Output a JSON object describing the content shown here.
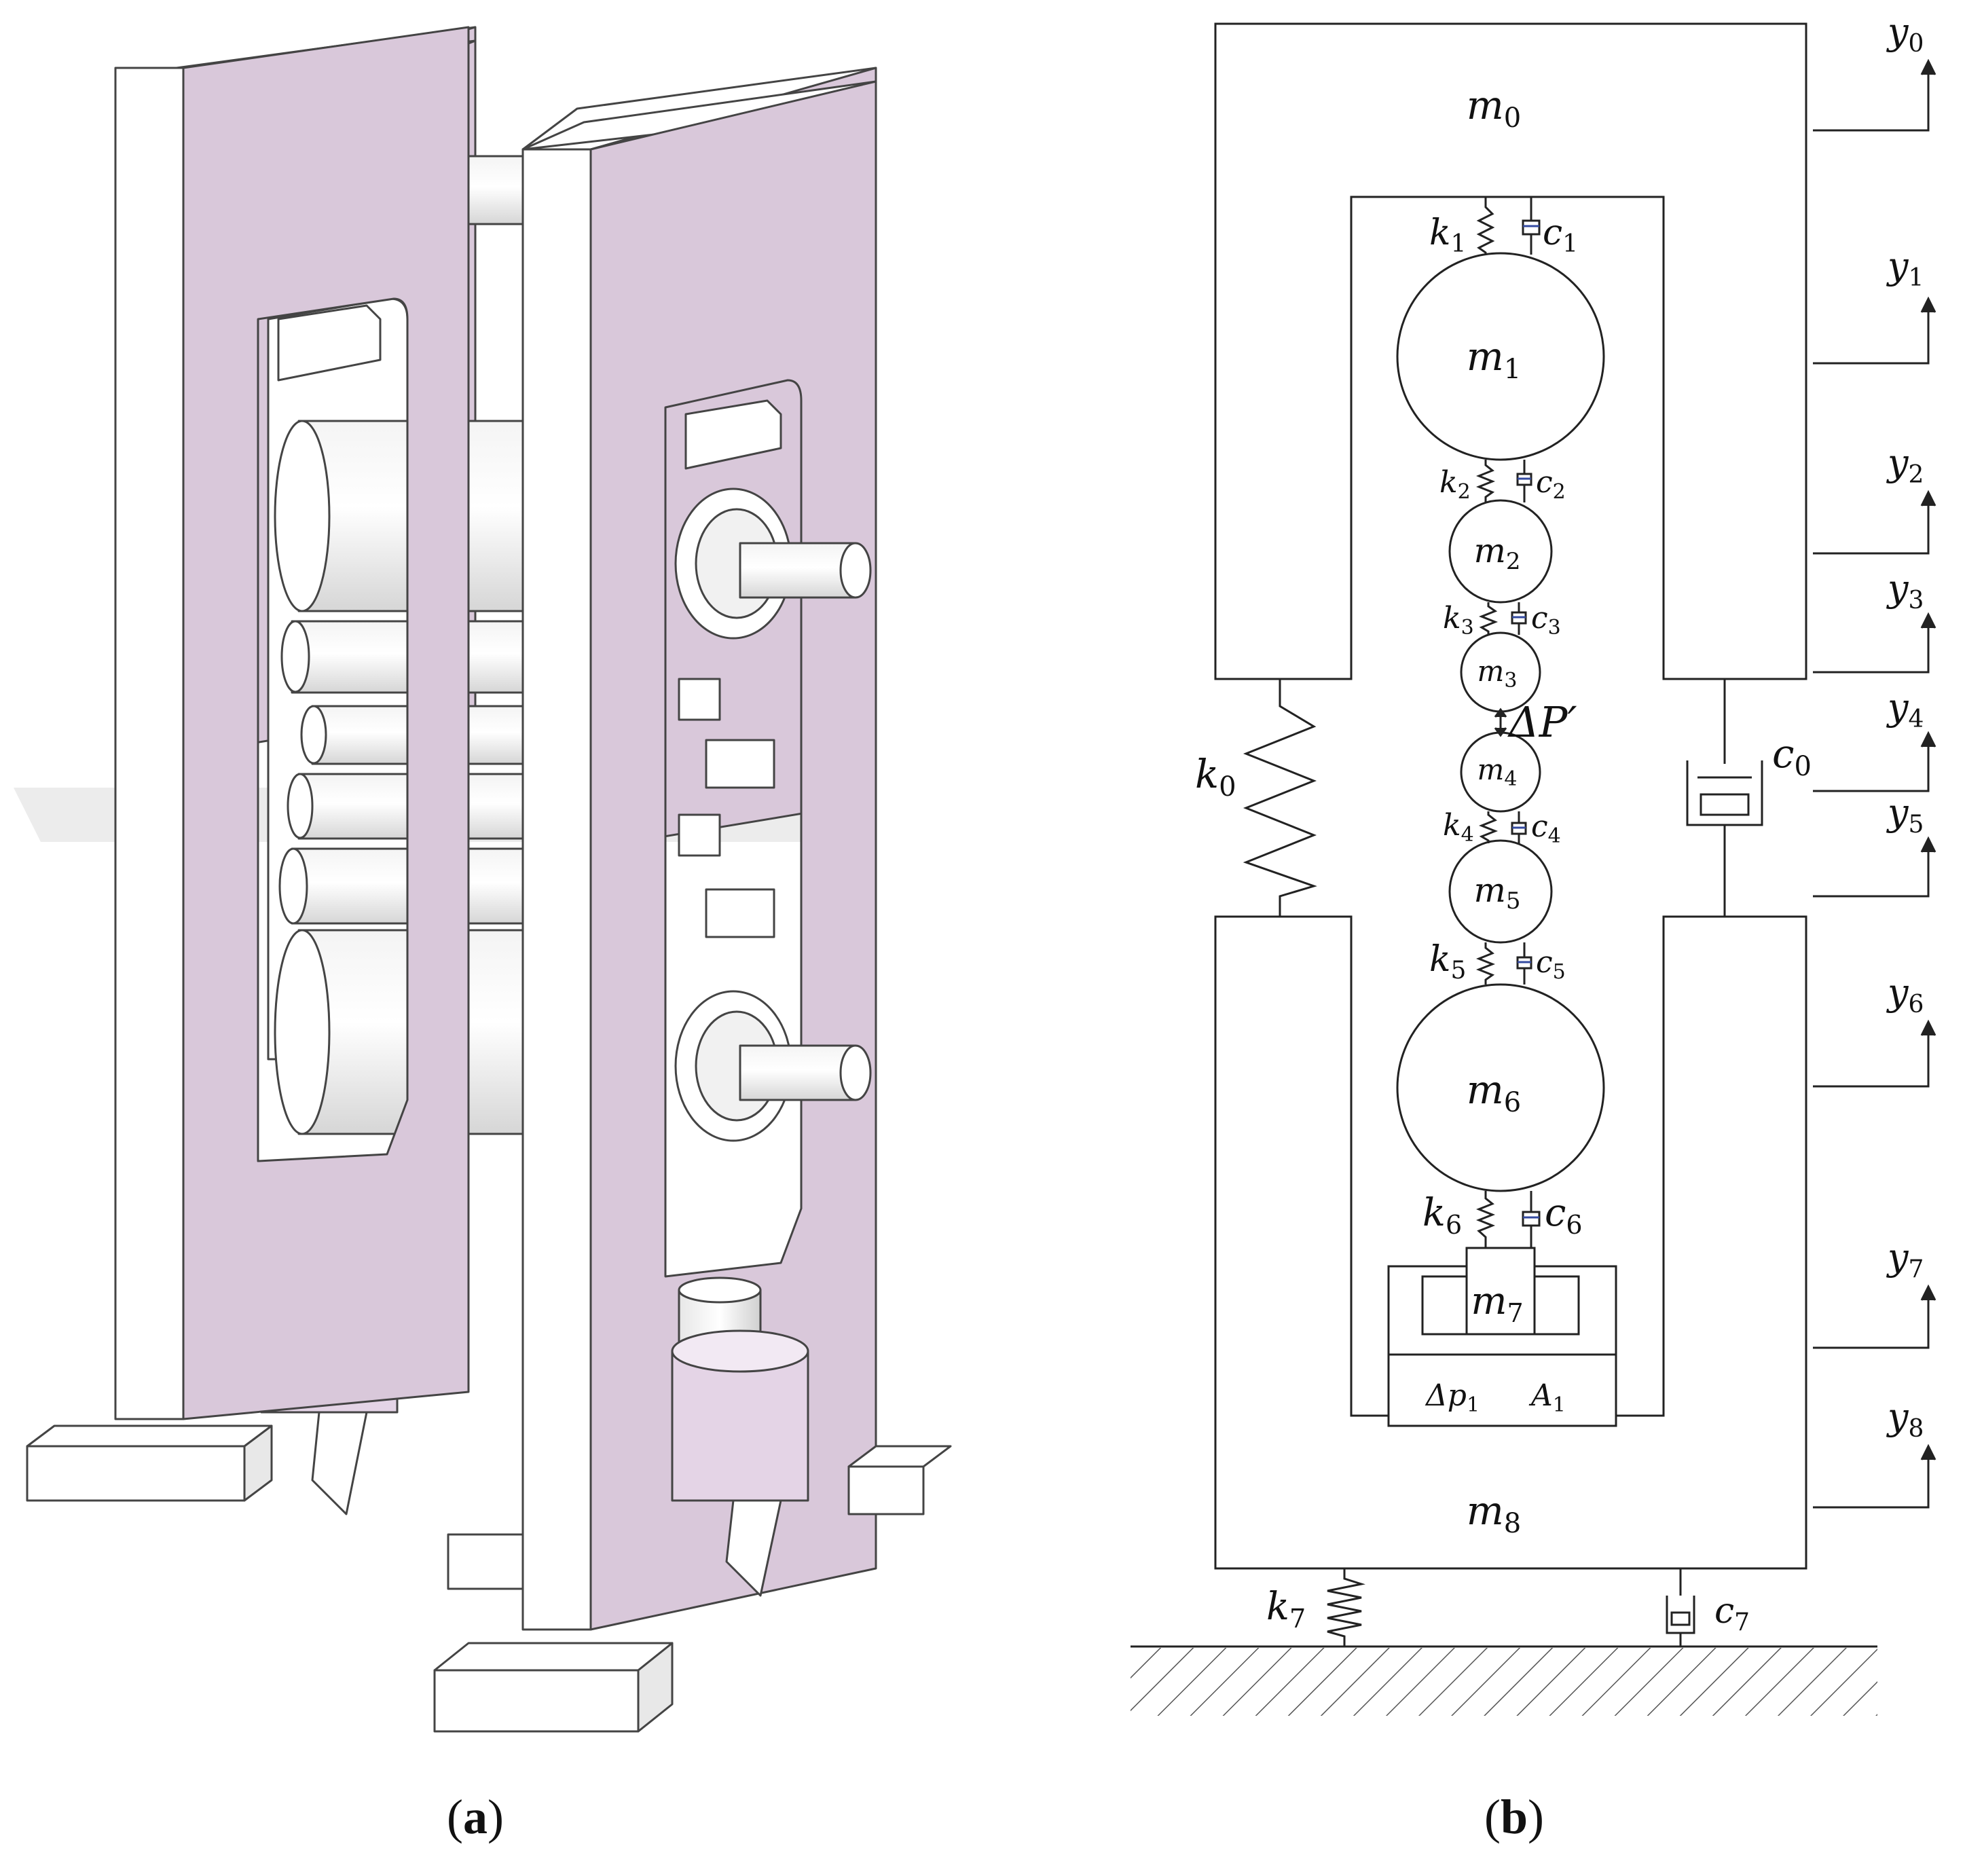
{
  "panel_a": {
    "label_open": "(",
    "label_letter": "a",
    "label_close": ")",
    "colors": {
      "frame": "#d9c8da",
      "frame_edge": "#444444",
      "part": "#ffffff",
      "accent": "#e9dcea"
    }
  },
  "panel_b": {
    "label_open": "(",
    "label_letter": "b",
    "label_close": ")",
    "masses": [
      {
        "base": "m",
        "sub": "0"
      },
      {
        "base": "m",
        "sub": "1"
      },
      {
        "base": "m",
        "sub": "2"
      },
      {
        "base": "m",
        "sub": "3"
      },
      {
        "base": "m",
        "sub": "4"
      },
      {
        "base": "m",
        "sub": "5"
      },
      {
        "base": "m",
        "sub": "6"
      },
      {
        "base": "m",
        "sub": "7"
      },
      {
        "base": "m",
        "sub": "8"
      }
    ],
    "springs": [
      {
        "base": "k",
        "sub": "0"
      },
      {
        "base": "k",
        "sub": "1"
      },
      {
        "base": "k",
        "sub": "2"
      },
      {
        "base": "k",
        "sub": "3"
      },
      {
        "base": "k",
        "sub": "4"
      },
      {
        "base": "k",
        "sub": "5"
      },
      {
        "base": "k",
        "sub": "6"
      },
      {
        "base": "k",
        "sub": "7"
      }
    ],
    "dampers": [
      {
        "base": "c",
        "sub": "0"
      },
      {
        "base": "c",
        "sub": "1"
      },
      {
        "base": "c",
        "sub": "2"
      },
      {
        "base": "c",
        "sub": "3"
      },
      {
        "base": "c",
        "sub": "4"
      },
      {
        "base": "c",
        "sub": "5"
      },
      {
        "base": "c",
        "sub": "6"
      },
      {
        "base": "c",
        "sub": "7"
      }
    ],
    "displacements": [
      {
        "base": "y",
        "sub": "0"
      },
      {
        "base": "y",
        "sub": "1"
      },
      {
        "base": "y",
        "sub": "2"
      },
      {
        "base": "y",
        "sub": "3"
      },
      {
        "base": "y",
        "sub": "4"
      },
      {
        "base": "y",
        "sub": "5"
      },
      {
        "base": "y",
        "sub": "6"
      },
      {
        "base": "y",
        "sub": "7"
      },
      {
        "base": "y",
        "sub": "8"
      }
    ],
    "contact_force": "ΔP′",
    "pressure": {
      "base": "Δp",
      "sub": "1"
    },
    "area": {
      "base": "A",
      "sub": "1"
    }
  }
}
